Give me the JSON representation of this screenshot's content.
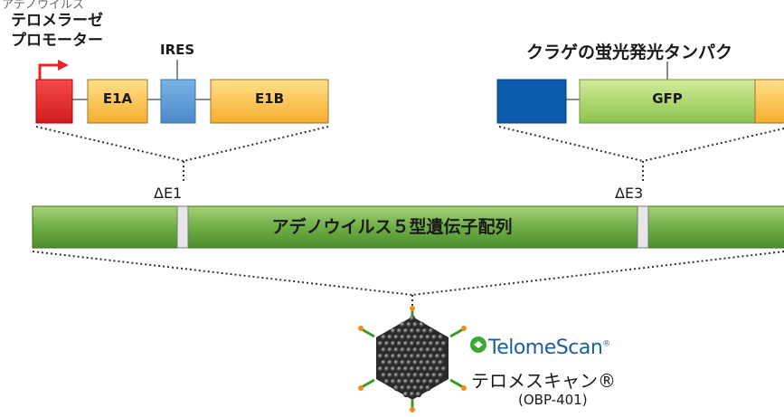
{
  "header": {
    "caption": "アデノウイルス"
  },
  "promoter": {
    "line1": "テロメラーゼ",
    "line2": "プロモーター"
  },
  "genes": {
    "e1a": "E1A",
    "ires": "IRES",
    "e1b": "E1B",
    "gfp": "GFP",
    "gfp_description": "クラゲの蛍光発光タンパク"
  },
  "deletions": {
    "e1": "ΔE1",
    "e3": "ΔE3"
  },
  "genome": {
    "label": "アデノウイルス５型遺伝子配列"
  },
  "product": {
    "brand": "TelomeScan",
    "brand_mark": "®",
    "name": "テロメスキャン®",
    "code": "(OBP-401)"
  },
  "colors": {
    "promoter_red": "#e8232b",
    "ires_blue": "#5b9bd5",
    "gfp_blue": "#0b5cad",
    "gene_orange": "#fbc24f",
    "gfp_green": "#a8d56a",
    "genome_green": "#6aa544",
    "brand_blue": "#1c5f9c",
    "virus_dark": "#3a3a3a",
    "spike_green": "#3a9a28",
    "spike_orange": "#f08c1e"
  }
}
